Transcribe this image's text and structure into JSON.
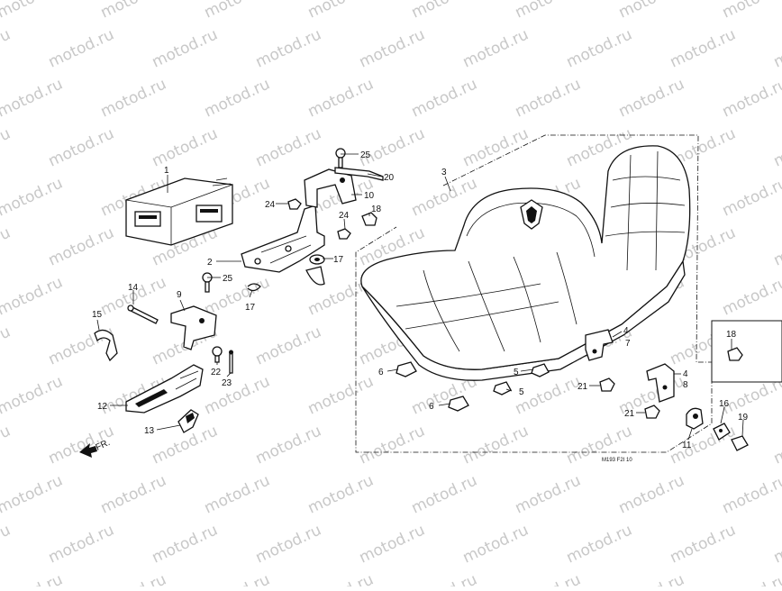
{
  "watermark": {
    "text": "motod.ru"
  },
  "callouts": {
    "c1": "1",
    "c2": "2",
    "c3": "3",
    "c4a": "4",
    "c7": "7",
    "c4b": "4",
    "c8": "8",
    "c5a": "5",
    "c5b": "5",
    "c6a": "6",
    "c6b": "6",
    "c9": "9",
    "c10": "10",
    "c11": "11",
    "c12": "12",
    "c13": "13",
    "c14": "14",
    "c15": "15",
    "c16": "16",
    "c17a": "17",
    "c17b": "17",
    "c18a": "18",
    "c18b": "18",
    "c19": "19",
    "c20": "20",
    "c21a": "21",
    "c21b": "21",
    "c22": "22",
    "c23": "23",
    "c24a": "24",
    "c24b": "24",
    "c25a": "25",
    "c25b": "25"
  },
  "front_arrow": {
    "label": "FR."
  },
  "figure_code": "M193 F2I 10"
}
